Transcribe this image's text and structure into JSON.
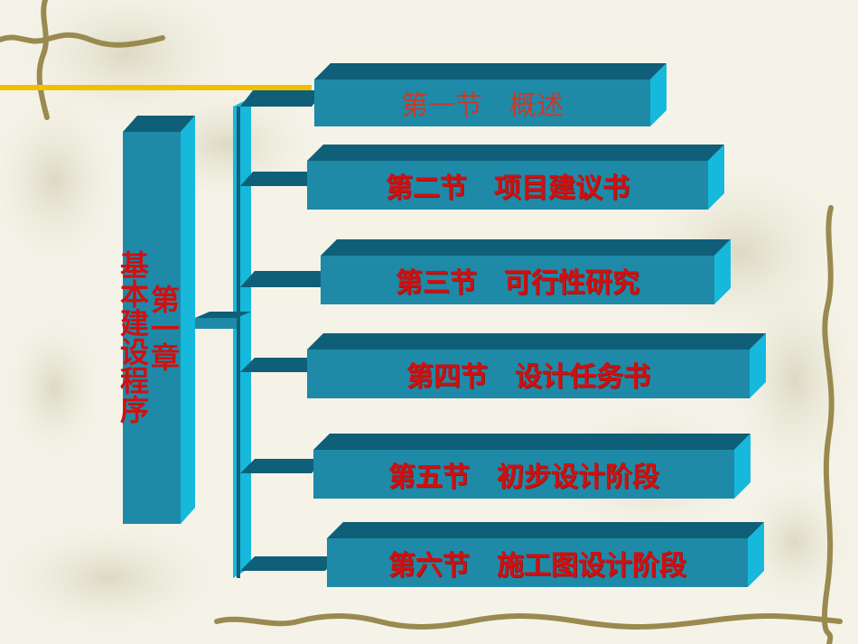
{
  "chapter": {
    "label_line1": "第一章",
    "label_line2": "基本建设程序"
  },
  "sections": [
    {
      "label": "第一节　概述"
    },
    {
      "label": "第二节　项目建议书"
    },
    {
      "label": "第三节　可行性研究"
    },
    {
      "label": "第四节　设计任务书"
    },
    {
      "label": "第五节　初步设计阶段"
    },
    {
      "label": "第六节　施工图设计阶段"
    }
  ],
  "colors": {
    "box_face": "#1e8aa8",
    "box_top": "#0f5f78",
    "box_side": "#16b8dc",
    "text": "#d01010",
    "accent_line": "#f0c000"
  }
}
